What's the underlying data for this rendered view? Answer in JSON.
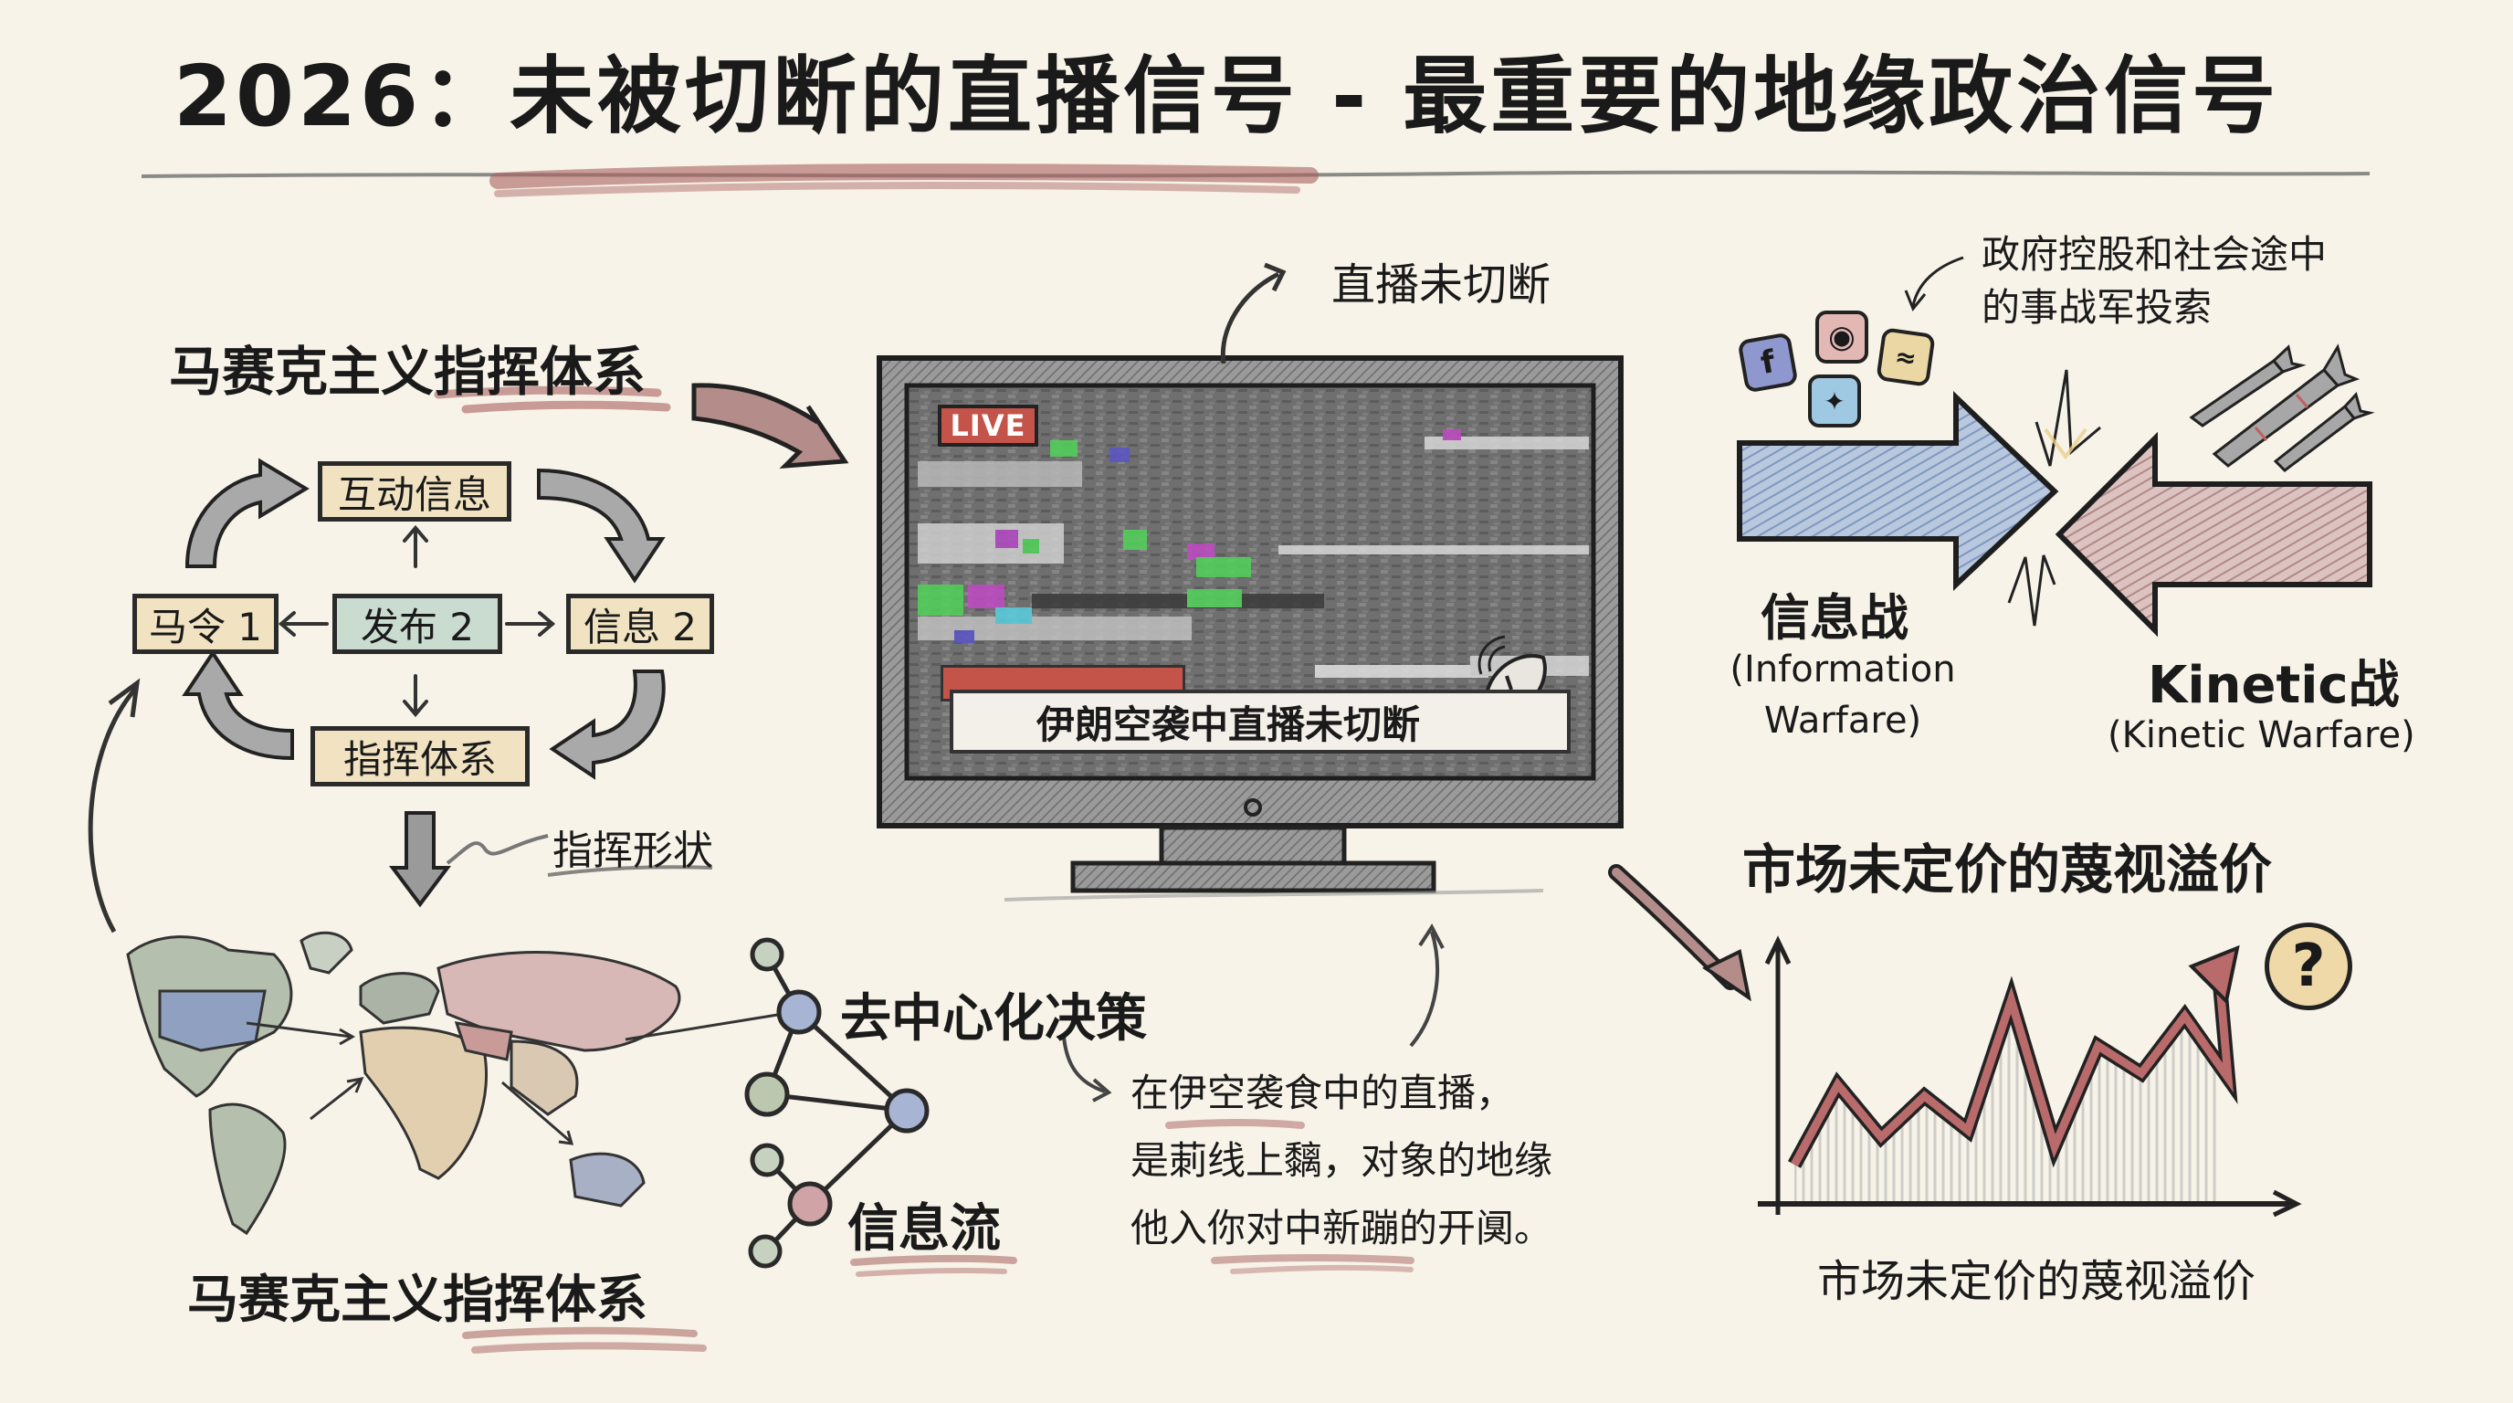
{
  "title": "2026：未被切断的直播信号 - 最重要的地缘政治信号",
  "colors": {
    "background": "#f7f3e8",
    "accent_red": "#a8605f",
    "accent_blue": "#8fa6c9",
    "box_tan": "#f1e3c1",
    "box_teal": "#c9dccf",
    "live_red": "#c4544a"
  },
  "left_panel": {
    "heading": "马赛克主义指挥体系",
    "flow_boxes": {
      "top": "互动信息",
      "left": "马令 1",
      "center": "发布 2",
      "right": "信息 2",
      "bottom": "指挥体系"
    },
    "shape_label": "指挥形状",
    "map_caption": "马赛克主义指挥体系"
  },
  "network": {
    "decentralized_label": "去中心化决策",
    "info_flow_label": "信息流"
  },
  "tv": {
    "top_label": "直播未切断",
    "live_badge": "LIVE",
    "ticker_text": "伊朗空袭中直播未切断"
  },
  "paragraph": {
    "lines": [
      "在伊空袭食中的直播，",
      "是莿线上黐，对象的地缘",
      "他入你对中新蹦的开阒。"
    ]
  },
  "warfare": {
    "social_note_line1": "政府控股和社会途中",
    "social_note_line2": "的事战军投索",
    "social_icons": [
      "facebook-icon",
      "snapchat-icon",
      "rss-icon",
      "twitter-icon"
    ],
    "info_war_title": "信息战",
    "info_war_sub1": "(Information",
    "info_war_sub2": "Warfare)",
    "kinetic_title": "Kinetic战",
    "kinetic_sub": "(Kinetic Warfare)"
  },
  "market": {
    "title": "市场未定价的蔑视溢价",
    "caption": "市场未定价的蔑视溢价",
    "question_mark": "?"
  },
  "chart_data": {
    "type": "line",
    "title": "市场未定价的蔑视溢价",
    "xlabel": "市场未定价的蔑视溢价",
    "ylabel": "",
    "x": [
      0,
      1,
      2,
      3,
      4,
      5,
      6,
      7,
      8,
      9,
      10
    ],
    "values": [
      10,
      45,
      22,
      40,
      25,
      82,
      18,
      62,
      50,
      75,
      48
    ],
    "final_trend": "sharp upward arrow toward question mark",
    "grid": false,
    "legend": null
  }
}
